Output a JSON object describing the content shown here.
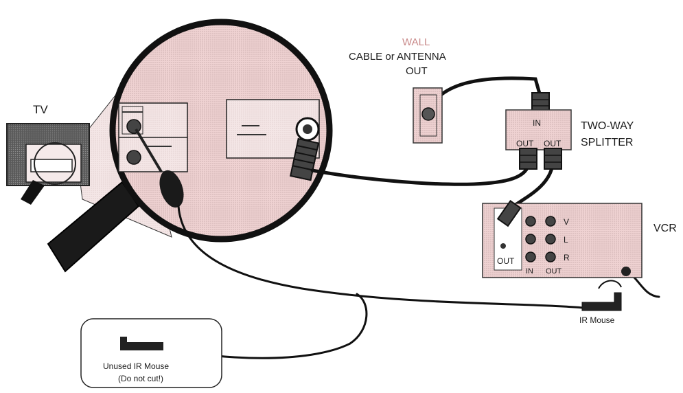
{
  "labels": {
    "tv": "TV",
    "wall": "WALL",
    "cable_antenna": "CABLE or ANTENNA",
    "out": "OUT",
    "two_way": "TWO-WAY",
    "splitter": "SPLITTER",
    "splitter_in": "IN",
    "splitter_out_1": "OUT",
    "splitter_out_2": "OUT",
    "vcr": "VCR",
    "vcr_v": "V",
    "vcr_l": "L",
    "vcr_r": "R",
    "vcr_out_box": "OUT",
    "vcr_in": "IN",
    "vcr_out": "OUT",
    "ir_mouse": "IR Mouse",
    "unused_ir_mouse": "Unused IR Mouse",
    "do_not_cut": "(Do not cut!)"
  },
  "colors": {
    "pink_fill": "#f0d4d4",
    "dark_gray": "#555555",
    "black": "#111111",
    "wall_text": "#c98a8a"
  }
}
